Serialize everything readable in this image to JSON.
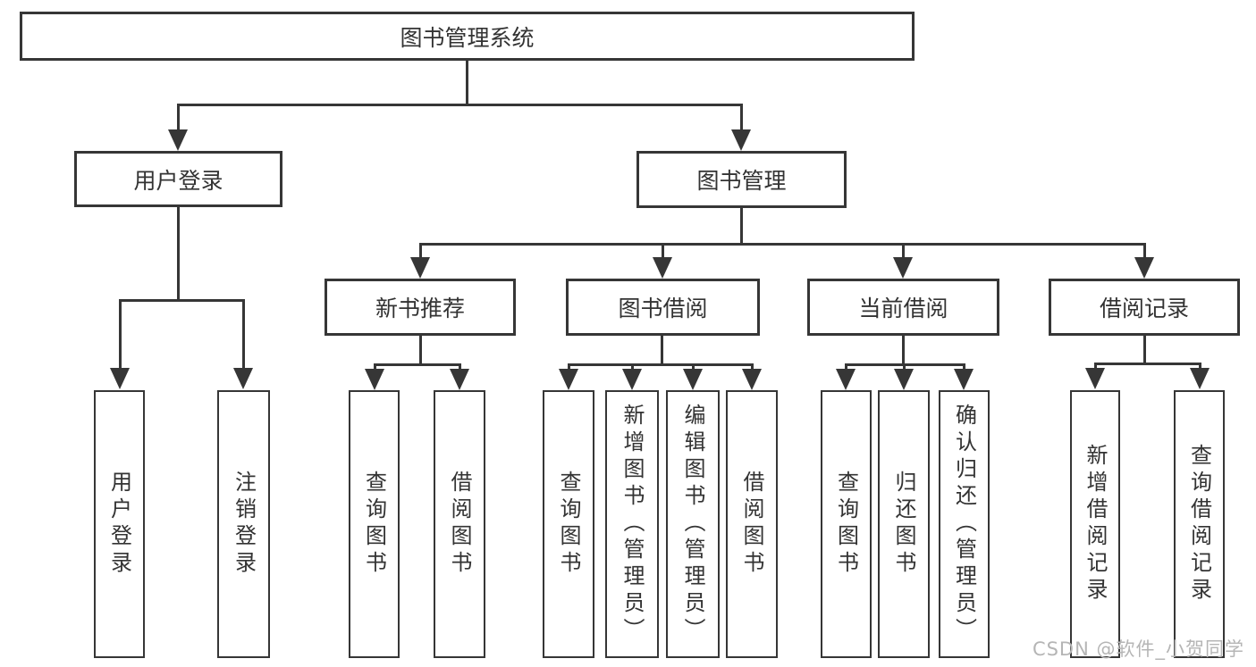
{
  "watermark": "CSDN @软件_小贺同学",
  "colors": {
    "line": "#363636",
    "text": "#333333",
    "background": "#ffffff",
    "watermark": "#b5b5b5"
  },
  "nodes": {
    "root": {
      "label": "图书管理系统",
      "children": [
        "login",
        "manage"
      ]
    },
    "login": {
      "label": "用户登录",
      "children": [
        "login_user",
        "logout"
      ]
    },
    "manage": {
      "label": "图书管理",
      "children": [
        "recommend",
        "borrow",
        "current",
        "records"
      ]
    },
    "recommend": {
      "label": "新书推荐",
      "children": [
        "rec_query",
        "rec_borrow"
      ]
    },
    "borrow": {
      "label": "图书借阅",
      "children": [
        "bor_query",
        "bor_add",
        "bor_edit",
        "bor_borrow"
      ]
    },
    "current": {
      "label": "当前借阅",
      "children": [
        "cur_query",
        "cur_return",
        "cur_confirm"
      ]
    },
    "records": {
      "label": "借阅记录",
      "children": [
        "rcd_add",
        "rcd_query"
      ]
    },
    "login_user": {
      "label": "用户登录"
    },
    "logout": {
      "label": "注销登录"
    },
    "rec_query": {
      "label": "查询图书"
    },
    "rec_borrow": {
      "label": "借阅图书"
    },
    "bor_query": {
      "label": "查询图书"
    },
    "bor_add": {
      "label": "新增图书（管理员）"
    },
    "bor_edit": {
      "label": "编辑图书（管理员）"
    },
    "bor_borrow": {
      "label": "借阅图书"
    },
    "cur_query": {
      "label": "查询图书"
    },
    "cur_return": {
      "label": "归还图书"
    },
    "cur_confirm": {
      "label": "确认归还（管理员）"
    },
    "rcd_add": {
      "label": "新增借阅记录"
    },
    "rcd_query": {
      "label": "查询借阅记录"
    }
  }
}
